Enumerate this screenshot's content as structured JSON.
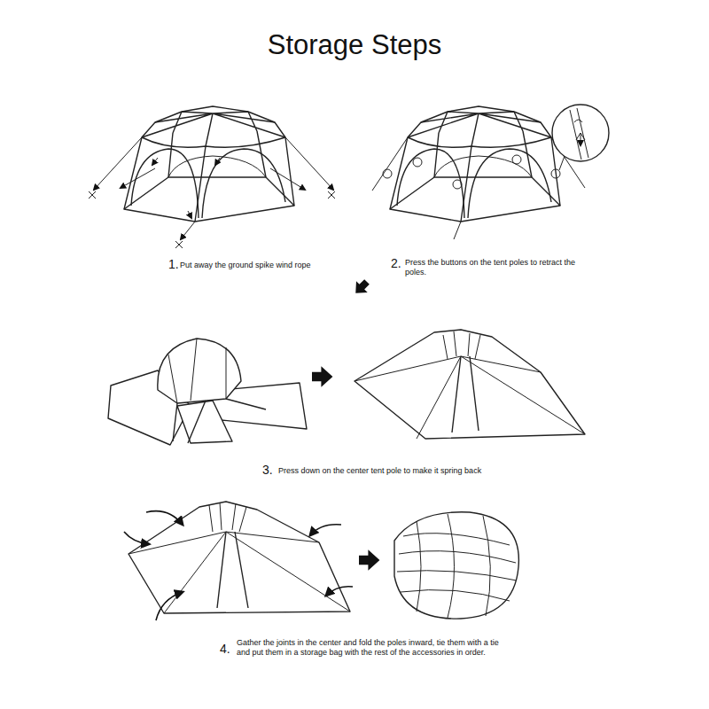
{
  "diagram": {
    "title": "Storage Steps",
    "labels": [
      "1.",
      "Put away the ground spike wind rope",
      "2.",
      "Press the buttons on the tent poles to retract the poles.",
      "3.",
      "Press down on the center tent pole to make it spring back",
      "4.",
      "Gather the joints in the center and fold the poles inward, tie them with a tie and put them in a storage bag with the rest of the accessories in order."
    ]
  }
}
